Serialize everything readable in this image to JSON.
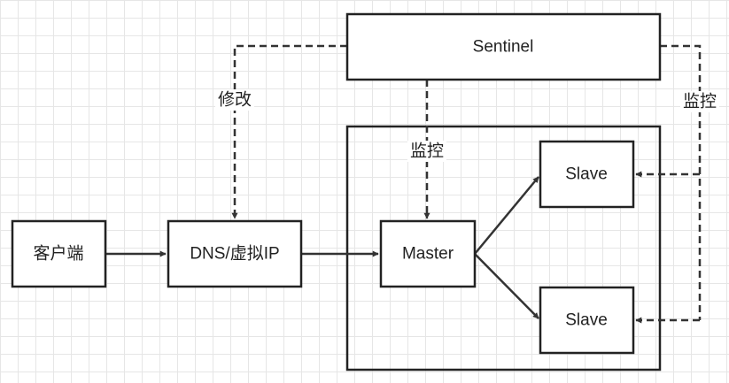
{
  "nodes": {
    "sentinel": "Sentinel",
    "client": "客户端",
    "dns": "DNS/虚拟IP",
    "master": "Master",
    "slave_top": "Slave",
    "slave_bottom": "Slave"
  },
  "edge_labels": {
    "modify": "修改",
    "monitor_master": "监控",
    "monitor_slaves": "监控"
  },
  "colors": {
    "stroke": "#222222",
    "arrow": "#333333",
    "grid": "#e6e6e6",
    "background": "#ffffff"
  }
}
